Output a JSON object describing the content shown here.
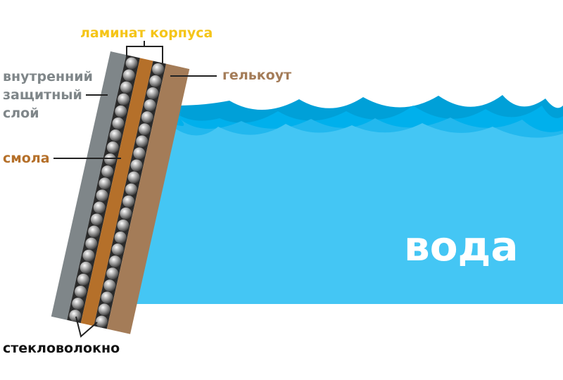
{
  "labels": {
    "laminate": "ламинат корпуса",
    "inner_line1": "внутренний",
    "inner_line2": "защитный",
    "inner_line3": "слой",
    "resin": "смола",
    "gelcoat": "гелькоут",
    "fiberglass": "стекловолокно",
    "water": "вода"
  },
  "colors": {
    "inner_layer": "#7f8689",
    "resin": "#b5702a",
    "gelcoat": "#a47c58",
    "laminate_label": "#f5c518",
    "water": "#44c6f4",
    "wave_dark": "#00a0d8",
    "wave_mid": "#00b0ec"
  }
}
